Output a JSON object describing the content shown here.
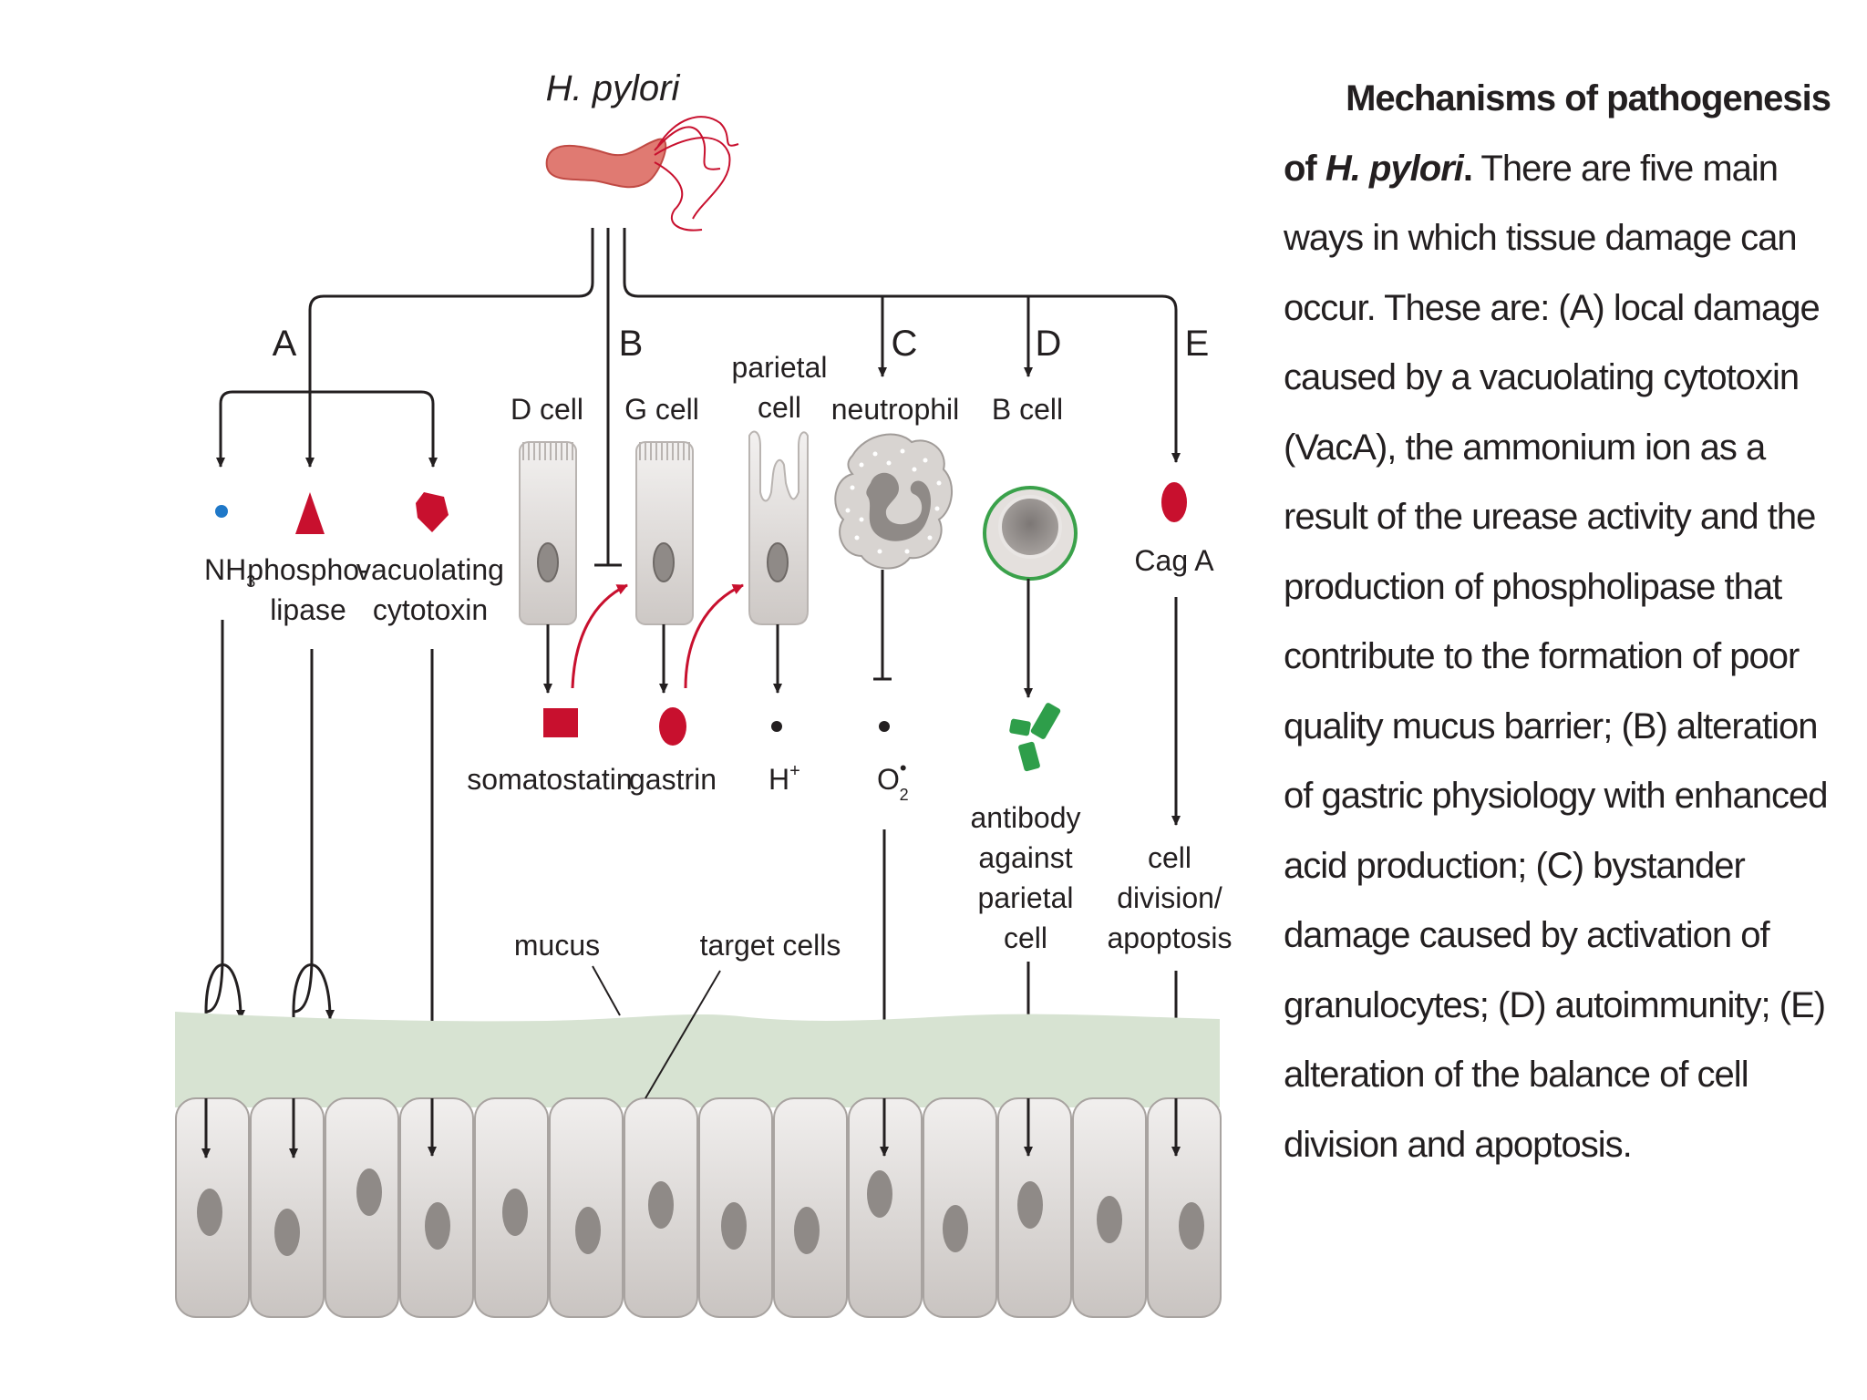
{
  "diagram": {
    "organism_label": "H. pylori",
    "pathway_letters": [
      "A",
      "B",
      "C",
      "D",
      "E"
    ],
    "labels": {
      "nh3_base": "NH",
      "nh3_sub": "3",
      "phospholipase_1": "phospho-",
      "phospholipase_2": "lipase",
      "vacuolating_1": "vacuolating",
      "vacuolating_2": "cytotoxin",
      "d_cell": "D cell",
      "g_cell": "G cell",
      "parietal_1": "parietal",
      "parietal_2": "cell",
      "neutrophil": "neutrophil",
      "b_cell": "B cell",
      "cag_a": "Cag A",
      "somatostatin": "somatostatin",
      "gastrin": "gastrin",
      "h_plus_base": "H",
      "h_plus_sup": "+",
      "o2_base": "O",
      "o2_sup": "•",
      "o2_sub": "2",
      "antibody_1": "antibody",
      "antibody_2": "against",
      "antibody_3": "parietal",
      "antibody_4": "cell",
      "division_1": "cell",
      "division_2": "division/",
      "division_3": "apoptosis",
      "mucus": "mucus",
      "target_cells": "target cells"
    },
    "colors": {
      "magenta": "#c8102e",
      "nh3_blue": "#1f78c8",
      "antibody_green": "#2e9e4a",
      "b_cell_ring": "#3aa14a",
      "mucus_fill": "#d7e3d2",
      "cell_fill": "#d6d2cf",
      "nucleus": "#8f8a87",
      "bacterium": "#e07a72"
    }
  },
  "caption": {
    "title_line1": "Mechanisms of pathogenesis",
    "title_line2_prefix": "of ",
    "title_line2_italic": "H. pylori",
    "title_line2_suffix": ".",
    "body": "There are five main ways in which tissue damage can occur. These are: (A) local damage caused by a vacuolating cytotoxin (VacA), the ammonium ion as a result of the urease activity and the production of phospholipase that contribute to the formation of poor quality mucus barrier; (B) alteration of gastric physiology with enhanced acid production; (C) bystander damage caused by activation of granulocytes; (D) autoimmunity; (E) alteration of the balance of cell division and apoptosis."
  }
}
